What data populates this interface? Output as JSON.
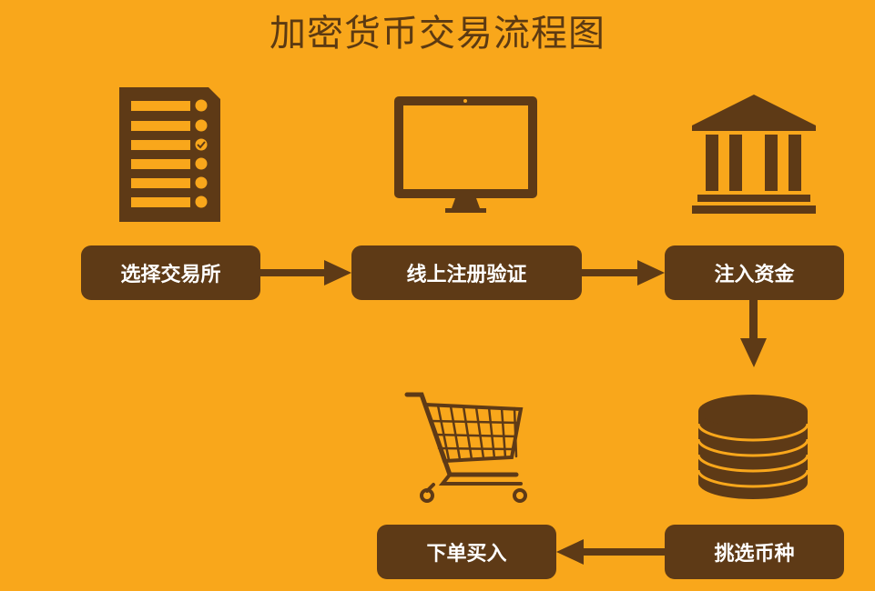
{
  "title": "加密货币交易流程图",
  "colors": {
    "background": "#F9A71B",
    "dark_brown": "#5E3A16"
  },
  "steps": [
    {
      "label": "选择交易所",
      "icon": "checklist-icon"
    },
    {
      "label": "线上注册验证",
      "icon": "monitor-icon"
    },
    {
      "label": "注入资金",
      "icon": "bank-icon"
    },
    {
      "label": "挑选币种",
      "icon": "coin-stack-icon"
    },
    {
      "label": "下单买入",
      "icon": "shopping-cart-icon"
    }
  ]
}
